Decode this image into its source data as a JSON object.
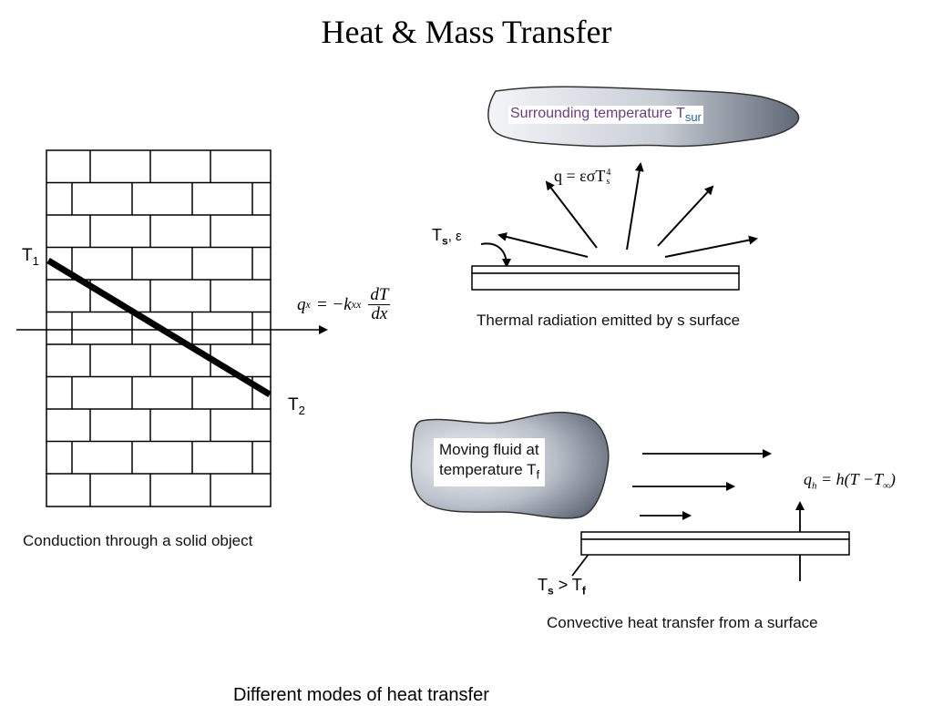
{
  "slide": {
    "title": "Heat & Mass Transfer",
    "footer_caption": "Different modes of heat transfer"
  },
  "conduction": {
    "caption": "Conduction through a solid object",
    "t1_label": "T",
    "t1_sub": "1",
    "t2_label": "T",
    "t2_sub": "2",
    "equation": {
      "lhs": "q",
      "lhs_sub": "x",
      "equals": "= −k",
      "k_sub": "xx",
      "numerator": "dT",
      "denominator": "dx"
    }
  },
  "radiation": {
    "caption": "Thermal radiation emitted by s surface",
    "cloud_label": "Surrounding temperature T",
    "cloud_sub": "sur",
    "surface_label": "T",
    "surface_sub": "s",
    "surface_emissivity": ", ε",
    "equation": "q = εσT",
    "equation_sub": "s",
    "equation_sup": "4"
  },
  "convection": {
    "caption": "Convective heat transfer from a surface",
    "fluid_line1": "Moving fluid at",
    "fluid_line2": "temperature T",
    "fluid_sub": "f",
    "condition_lhs": "T",
    "condition_lhs_sub": "s",
    "condition_op": " > T",
    "condition_rhs_sub": "f",
    "equation_lhs": "q",
    "equation_lhs_sub": "h",
    "equation_rhs": " = h(T −T",
    "equation_rhs_sub": "∞",
    "equation_close": ")"
  },
  "colors": {
    "cloud_light": "#f2f3f6",
    "cloud_dark": "#6f7885",
    "radiation_label": "#6a3a8a",
    "line": "#000000"
  }
}
